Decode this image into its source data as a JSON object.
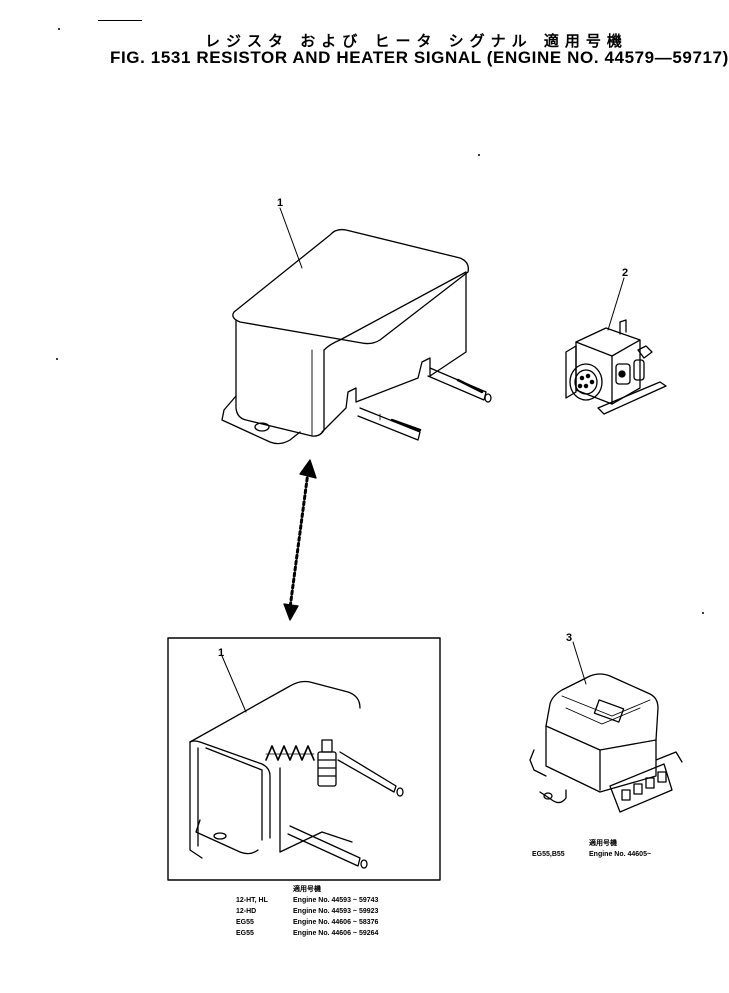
{
  "header": {
    "title_jp": "レジスタ および ヒータ シグナル 適用号機",
    "title_en": "FIG. 1531  RESISTOR  AND  HEATER  SIGNAL  (ENGINE  NO. 44579—59717)"
  },
  "callouts": [
    "1",
    "2",
    "1",
    "3"
  ],
  "inset_table": {
    "heading": "適用号機",
    "rows": [
      {
        "model": "12-HT, HL",
        "engine": "Engine No. 44593 ~ 59743"
      },
      {
        "model": "12-HD",
        "engine": "Engine No. 44593 ~ 59923"
      },
      {
        "model": "EG55",
        "engine": "Engine No. 44606 ~ 58376"
      },
      {
        "model": "EG55",
        "engine": "Engine No. 44606 ~ 59264"
      }
    ]
  },
  "part3_table": {
    "heading": "適用号機",
    "rows": [
      {
        "model": "EG55,B55",
        "engine": "Engine No. 44605~"
      }
    ]
  }
}
